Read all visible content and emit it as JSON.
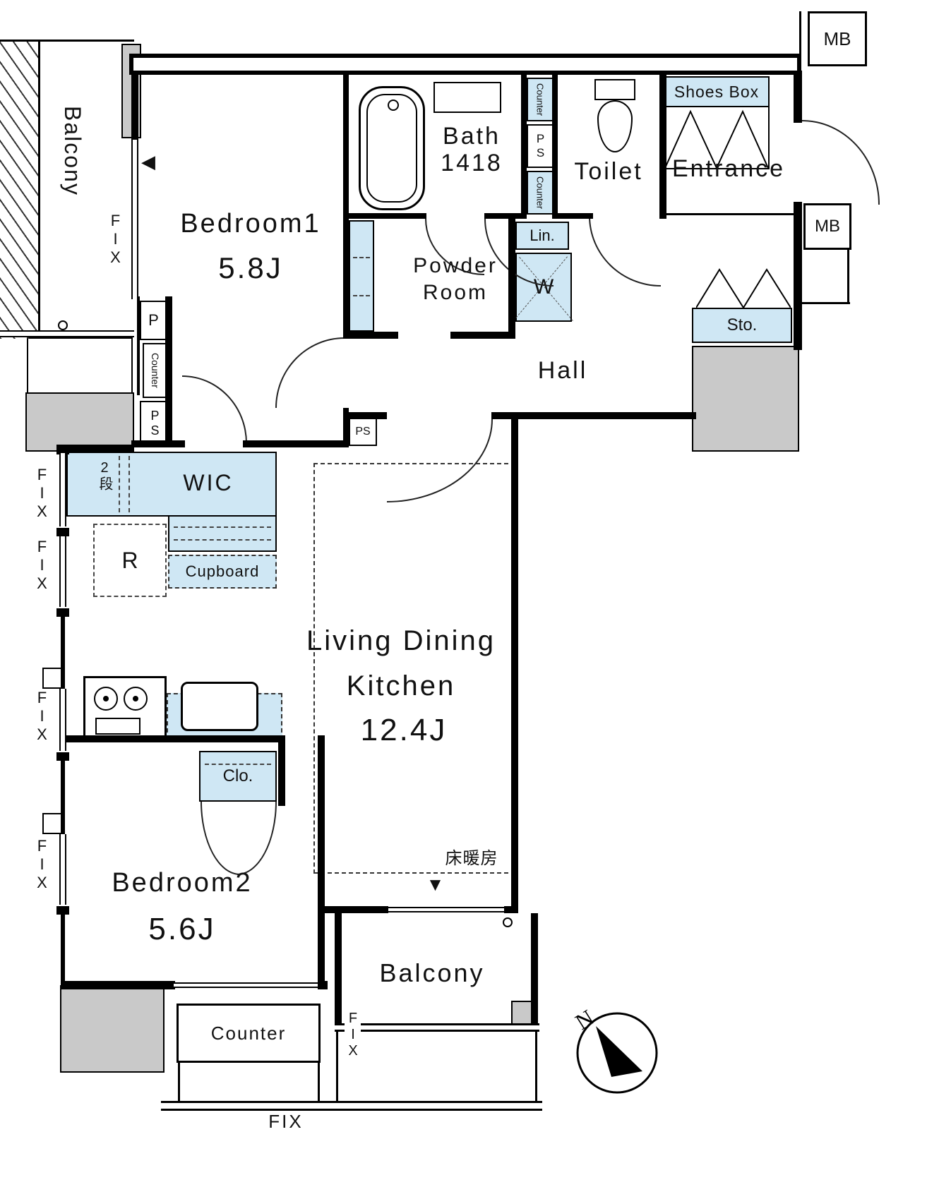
{
  "colors": {
    "fixture_fill": "#cfe7f4",
    "pillar_fill": "#c9c9c9",
    "wall": "#000000"
  },
  "rooms": {
    "balcony_top": {
      "label": "Balcony"
    },
    "bedroom1": {
      "label": "Bedroom1",
      "size": "5.8J"
    },
    "bath": {
      "line1": "Bath",
      "line2": "1418"
    },
    "toilet": {
      "label": "Toilet"
    },
    "entrance": {
      "label": "Entrance"
    },
    "powder": {
      "line1": "Powder",
      "line2": "Room"
    },
    "hall": {
      "label": "Hall"
    },
    "wic": {
      "label": "WIC",
      "note": "2段"
    },
    "ldk": {
      "line1": "Living Dining",
      "line2": "Kitchen",
      "size": "12.4J",
      "floor_heating": "床暖房"
    },
    "bedroom2": {
      "label": "Bedroom2",
      "size": "5.6J"
    },
    "balcony_bottom": {
      "label": "Balcony"
    }
  },
  "fixtures": {
    "mb_top": "MB",
    "mb_right": "MB",
    "shoes_box": "Shoes Box",
    "counter_upper": "Counter",
    "ps_bath": "PS",
    "counter_lower": "Counter",
    "linen": "Lin.",
    "washer": "W",
    "storage": "Sto.",
    "pipe": "P",
    "counter_left": "Counter",
    "ps_left": "PS",
    "ps_hall": "PS",
    "refrigerator": "R",
    "cupboard": "Cupboard",
    "closet": "Clo.",
    "counter_bottom": "Counter"
  },
  "labels": {
    "fix": "FIX",
    "north": "N",
    "marker_left": "◀",
    "marker_down": "▼"
  }
}
